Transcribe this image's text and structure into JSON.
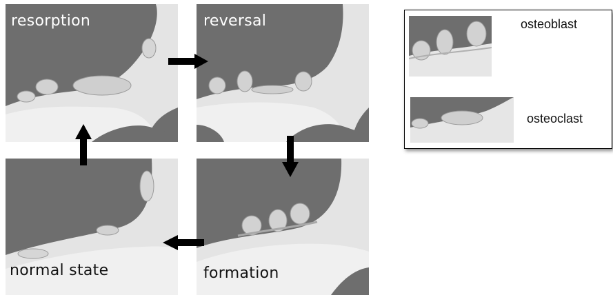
{
  "panels": {
    "resorption": "resorption",
    "reversal": "reversal",
    "normal_state": "normal state",
    "formation": "formation"
  },
  "legend": {
    "osteoblast": "osteoblast",
    "osteoclast": "osteoclast"
  },
  "colors": {
    "marrow": "#6e6e6e",
    "bone": "#e6e6e6",
    "arrow": "#000000"
  }
}
